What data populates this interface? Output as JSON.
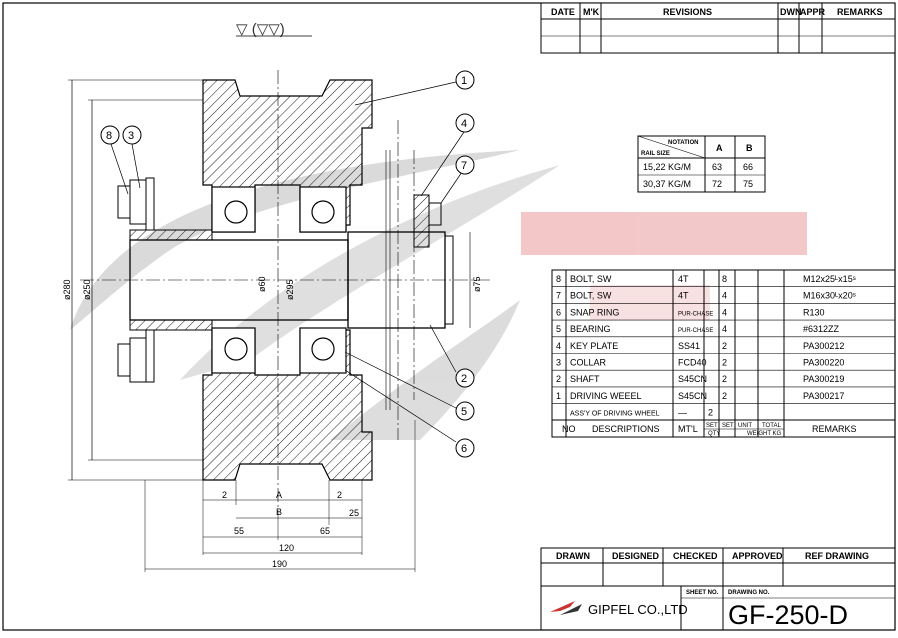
{
  "surface_symbol": "▽ (▽▽)",
  "revisions_header": [
    "DATE",
    "M'K",
    "REVISIONS",
    "DWN",
    "APPR",
    "REMARKS"
  ],
  "notation_table": {
    "corner_top": "NOTATION",
    "corner_bottom": "RAIL SIZE",
    "col_a": "A",
    "col_b": "B",
    "rows": [
      {
        "rail": "15,22 KG/M",
        "a": "63",
        "b": "66"
      },
      {
        "rail": "30,37 KG/M",
        "a": "72",
        "b": "75"
      }
    ]
  },
  "parts": [
    {
      "no": "8",
      "desc": "BOLT, SW",
      "mat": "4T",
      "set": "",
      "qty": "8",
      "remarks": "M12x25ᴸx15ˢ"
    },
    {
      "no": "7",
      "desc": "BOLT, SW",
      "mat": "4T",
      "set": "",
      "qty": "4",
      "remarks": "M16x30ᴸx20ˢ"
    },
    {
      "no": "6",
      "desc": "SNAP RING",
      "mat": "PUR-CHASE",
      "set": "",
      "qty": "4",
      "remarks": "R130"
    },
    {
      "no": "5",
      "desc": "BEARING",
      "mat": "PUR-CHASE",
      "set": "",
      "qty": "4",
      "remarks": "#6312ZZ"
    },
    {
      "no": "4",
      "desc": "KEY PLATE",
      "mat": "SS41",
      "set": "",
      "qty": "2",
      "remarks": "PA300212"
    },
    {
      "no": "3",
      "desc": "COLLAR",
      "mat": "FCD40",
      "set": "",
      "qty": "2",
      "remarks": "PA300220"
    },
    {
      "no": "2",
      "desc": "SHAFT",
      "mat": "S45CN",
      "set": "",
      "qty": "2",
      "remarks": "PA300219"
    },
    {
      "no": "1",
      "desc": "DRIVING WEEEL",
      "mat": "S45CN",
      "set": "",
      "qty": "2",
      "remarks": "PA300217"
    },
    {
      "no": "",
      "desc": "ASS'Y OF DRIVING WHEEL",
      "mat": "—",
      "set": "2",
      "qty": "",
      "remarks": ""
    }
  ],
  "parts_header": {
    "no": "NO",
    "desc": "DESCRIPTIONS",
    "mat": "MT'L",
    "set": "SET",
    "qty_set": "SET",
    "unit": "UNIT",
    "total": "TOTAL",
    "qty_label": "QTY",
    "weight_label": "WEIGHT KG",
    "remarks": "REMARKS"
  },
  "title_block": {
    "drawn": "DRAWN",
    "designed": "DESIGNED",
    "checked": "CHECKED",
    "approved": "APPROVED",
    "ref_drawing": "REF DRAWING",
    "sheet_no": "SHEET NO.",
    "drawing_no_label": "DRAWING NO.",
    "company": "GIPFEL CO.,LTD",
    "drawing_no": "GF-250-D"
  },
  "balloons": [
    "1",
    "2",
    "3",
    "4",
    "5",
    "6",
    "7",
    "8"
  ],
  "dimensions": {
    "d280": "ø280",
    "d250": "ø250",
    "d60": "ø60",
    "d295": "ø295",
    "d75": "ø75",
    "two_left": "2",
    "two_right": "2",
    "a": "A",
    "b": "B",
    "d25": "25",
    "d55": "55",
    "d65": "65",
    "d120": "120",
    "d190": "190"
  },
  "colors": {
    "watermark_red": "#f2c2c2",
    "watermark_gray": "#d6d6d6",
    "line": "#000000"
  }
}
